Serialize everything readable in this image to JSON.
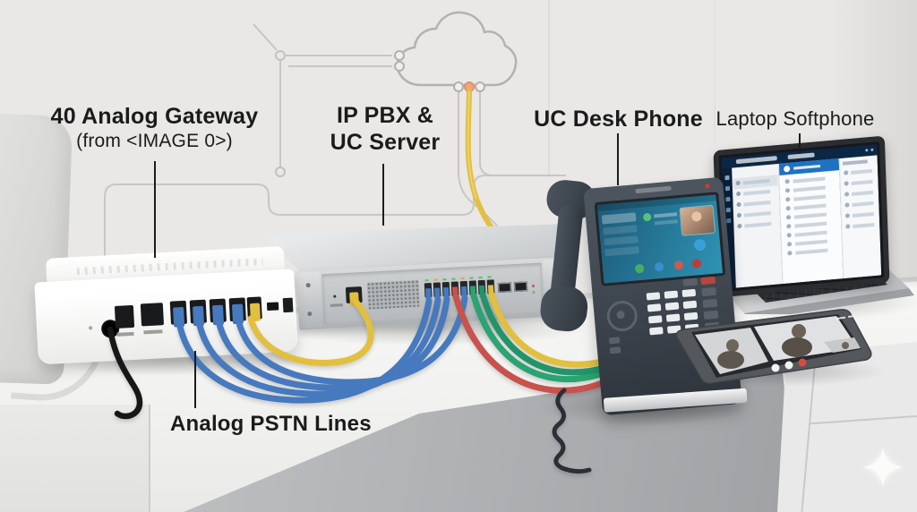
{
  "labels": {
    "gateway_title": "40 Analog Gateway",
    "gateway_subtitle": "(from <IMAGE 0>)",
    "pbx_line1": "IP PBX &",
    "pbx_line2": "UC Server",
    "desk_phone": "UC Desk Phone",
    "laptop": "Laptop Softphone",
    "pstn": "Analog PSTN Lines"
  },
  "diagram": {
    "cloud": {
      "icon": "cloud-outline",
      "connection_dots": [
        "gray",
        "orange",
        "gray"
      ]
    },
    "devices": [
      "analog-gateway",
      "ip-pbx-uc-server",
      "uc-desk-phone",
      "laptop-softphone",
      "tablet-video-call"
    ],
    "connections": [
      {
        "from": "analog-gateway",
        "to": "ip-pbx-uc-server",
        "cables": "4 blue ethernet"
      },
      {
        "from": "analog-gateway",
        "to": "ip-pbx-uc-server",
        "cables": "1 yellow ethernet"
      },
      {
        "from": "cloud",
        "to": "desk",
        "cables": "1 yellow ethernet"
      },
      {
        "from": "ip-pbx-uc-server",
        "to": "uc-desk-phone",
        "cables": "red, green, green, yellow ethernet"
      }
    ]
  },
  "colors": {
    "cable_blue": "#4679be",
    "cable_yellow": "#e2bf3f",
    "cable_red": "#c8524d",
    "cable_green": "#2ba372",
    "cloud_outline": "#b5b1ac",
    "cloud_dot_orange": "#eba87d",
    "trace_gray": "#c9c6c2",
    "label_text": "#1b1b1b"
  },
  "logo": {
    "icon": "four-point-sparkle"
  }
}
